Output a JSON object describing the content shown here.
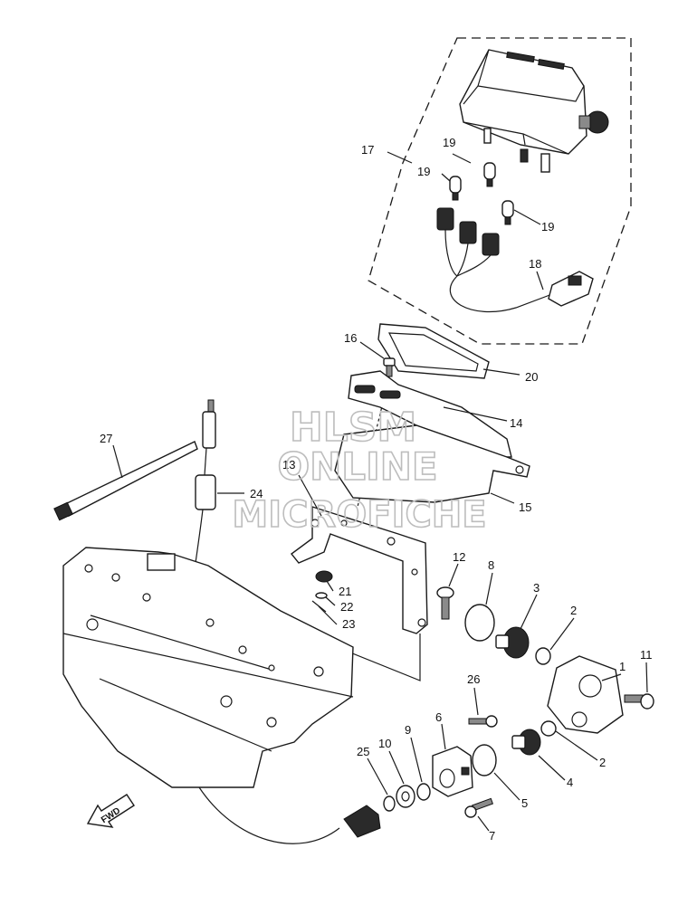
{
  "callouts": {
    "c1": "1",
    "c2a": "2",
    "c2b": "2",
    "c3": "3",
    "c4": "4",
    "c5": "5",
    "c6": "6",
    "c7": "7",
    "c8": "8",
    "c9": "9",
    "c10": "10",
    "c11": "11",
    "c12": "12",
    "c13": "13",
    "c14": "14",
    "c15": "15",
    "c16": "16",
    "c17": "17",
    "c18": "18",
    "c19a": "19",
    "c19b": "19",
    "c19c": "19",
    "c20": "20",
    "c21": "21",
    "c22": "22",
    "c23": "23",
    "c24": "24",
    "c25": "25",
    "c26": "26",
    "c27": "27"
  },
  "watermark": {
    "line1": "HLSM",
    "line2": "ONLINE",
    "line3": "MICROFICHE"
  },
  "fwd_label": "FWD",
  "colors": {
    "ink": "#1a1a1a",
    "watermark": "#bdbdbd"
  }
}
